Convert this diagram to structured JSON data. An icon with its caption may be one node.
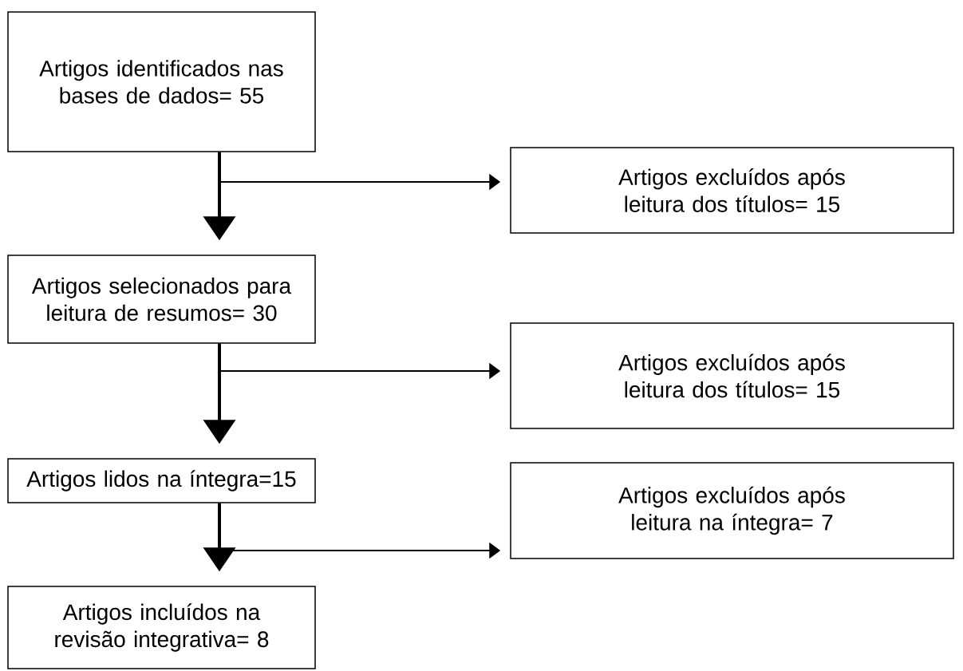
{
  "diagram": {
    "nodes": [
      {
        "text": [
          "Artigos identificados nas bases de dados= 55"
        ]
      },
      {
        "text": [
          "Artigos excluídos após leitura dos títulos= 15"
        ]
      },
      {
        "text": [
          "Artigos selecionados para leitura de resumos= 30"
        ]
      },
      {
        "text": [
          "Artigos excluídos após leitura dos títulos= 15"
        ]
      },
      {
        "text": [
          "Artigos lidos na íntegra=15"
        ]
      },
      {
        "text": [
          "Artigos excluídos após leitura na íntegra= 7"
        ]
      },
      {
        "text": [
          "Artigos incluídos na revisão integrativa= 8"
        ]
      }
    ],
    "edges": [
      {
        "from": 0,
        "to": 1,
        "arrow": "to"
      },
      {
        "from": 0,
        "to": 2,
        "arrow": "to",
        "style": "thick"
      },
      {
        "from": 2,
        "to": 3,
        "arrow": "to"
      },
      {
        "from": 2,
        "to": 4,
        "arrow": "to",
        "style": "thick"
      },
      {
        "from": 4,
        "to": 5,
        "arrow": "to"
      },
      {
        "from": 4,
        "to": 6,
        "arrow": "to",
        "style": "thick"
      }
    ]
  }
}
